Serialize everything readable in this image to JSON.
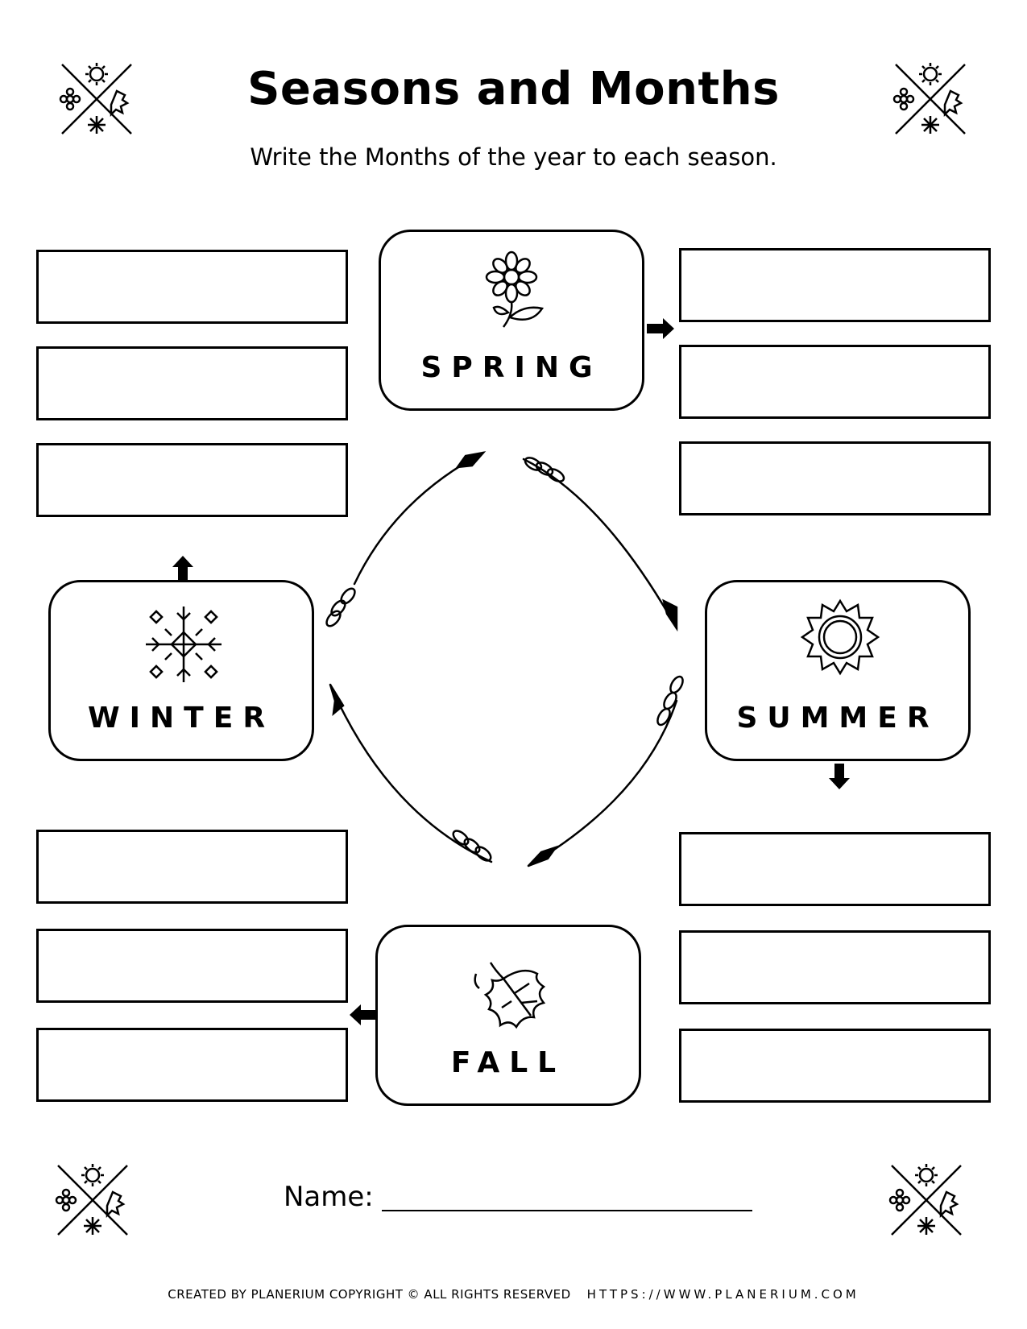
{
  "worksheet": {
    "title": "Seasons and Months",
    "instruction": "Write the Months of the year to each season."
  },
  "seasons": {
    "spring": {
      "label": "SPRING",
      "icon": "flower-icon"
    },
    "summer": {
      "label": "SUMMER",
      "icon": "sun-icon"
    },
    "fall": {
      "label": "FALL",
      "icon": "leaf-icon"
    },
    "winter": {
      "label": "WINTER",
      "icon": "snowflake-icon"
    }
  },
  "name_field": {
    "label": "Name:",
    "value": ""
  },
  "footer": {
    "credit": "CREATED BY PLANERIUM COPYRIGHT © ALL RIGHTS RESERVED",
    "url": "HTTPS://WWW.PLANERIUM.COM"
  }
}
